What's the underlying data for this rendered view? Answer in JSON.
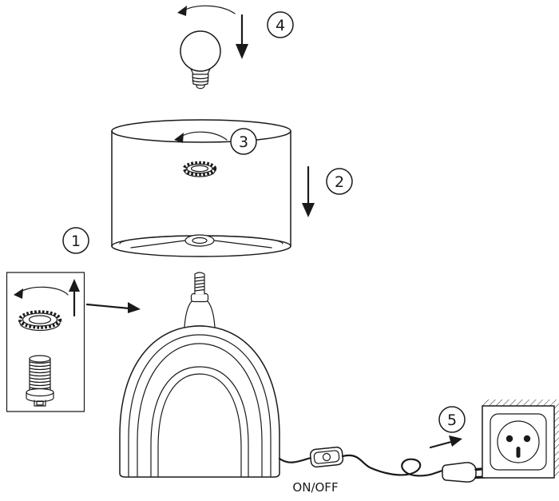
{
  "steps": [
    {
      "label": "1"
    },
    {
      "label": "2"
    },
    {
      "label": "3"
    },
    {
      "label": "4"
    },
    {
      "label": "5"
    }
  ],
  "labels": {
    "switch": "ON/OFF"
  },
  "colors": {
    "line": "#1a1a1a",
    "background": "#ffffff"
  }
}
